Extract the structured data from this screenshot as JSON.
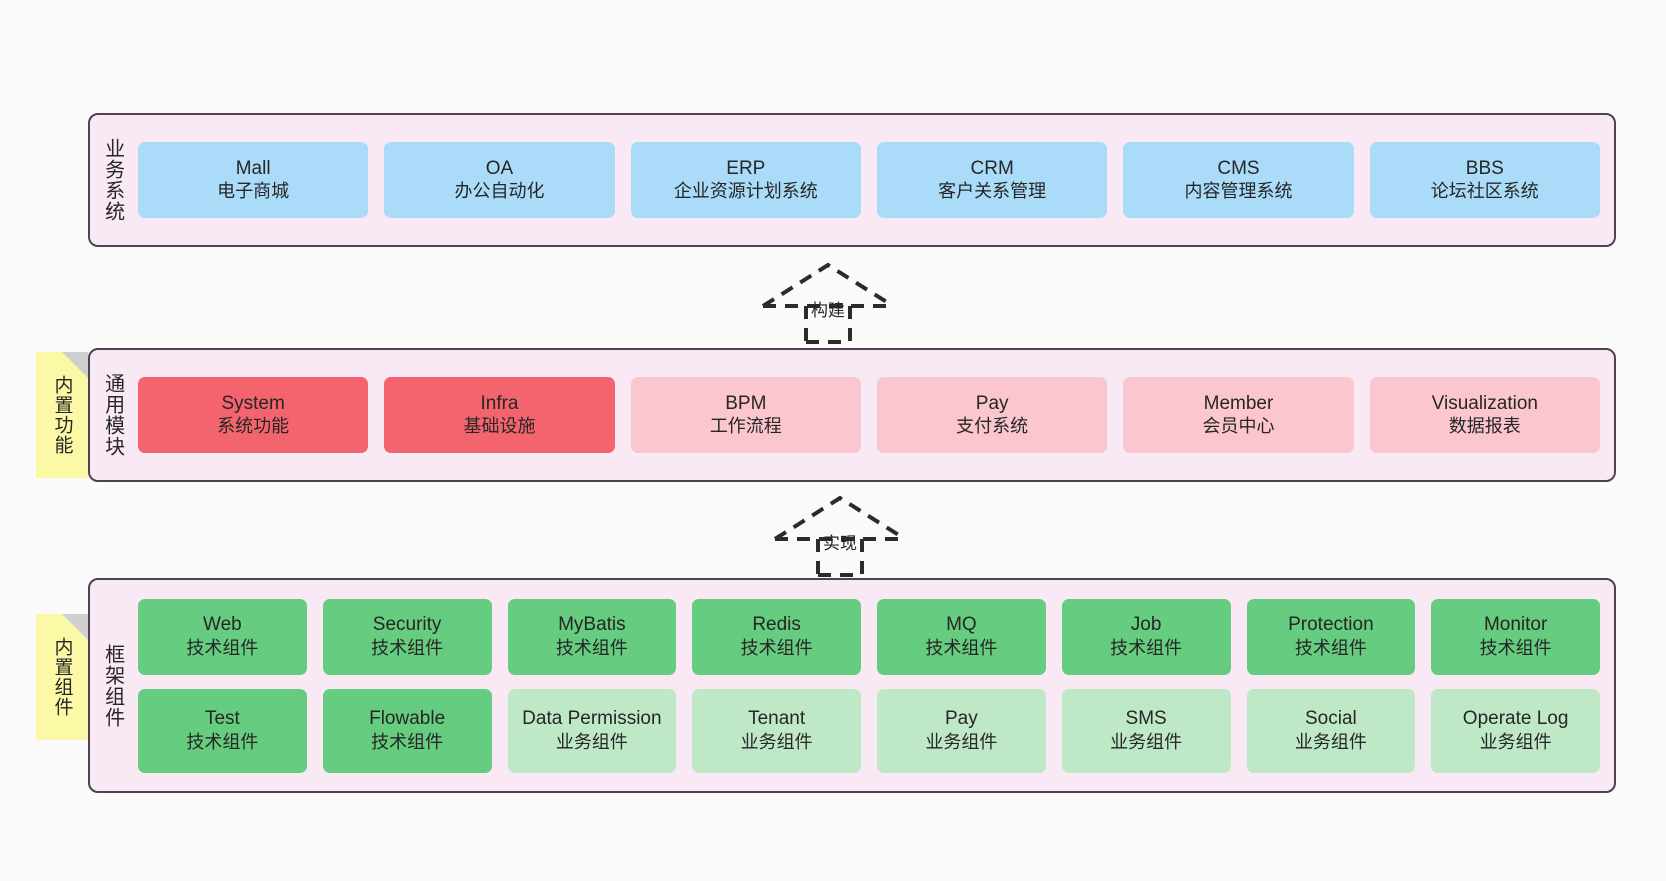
{
  "diagram": {
    "background": "#fafafa",
    "layer_border": "#4d4350",
    "layer_fill": "#f9e9f4",
    "note_fill": "#fbf9a6",
    "colors": {
      "blue": "#aadcfa",
      "red": "#f4646e",
      "pink": "#fbc6cd",
      "green": "#66cc7f",
      "green_light": "#bfe8c6"
    }
  },
  "layers": [
    {
      "id": "business-systems",
      "title": "业务系统",
      "rows": [
        {
          "cards": [
            {
              "en": "Mall",
              "cn": "电子商城",
              "color": "blue"
            },
            {
              "en": "OA",
              "cn": "办公自动化",
              "color": "blue"
            },
            {
              "en": "ERP",
              "cn": "企业资源计划系统",
              "color": "blue"
            },
            {
              "en": "CRM",
              "cn": "客户关系管理",
              "color": "blue"
            },
            {
              "en": "CMS",
              "cn": "内容管理系统",
              "color": "blue"
            },
            {
              "en": "BBS",
              "cn": "论坛社区系统",
              "color": "blue"
            }
          ]
        }
      ]
    },
    {
      "id": "common-modules",
      "title": "通用模块",
      "note": "内置功能",
      "rows": [
        {
          "cards": [
            {
              "en": "System",
              "cn": "系统功能",
              "color": "red"
            },
            {
              "en": "Infra",
              "cn": "基础设施",
              "color": "red"
            },
            {
              "en": "BPM",
              "cn": "工作流程",
              "color": "pink"
            },
            {
              "en": "Pay",
              "cn": "支付系统",
              "color": "pink"
            },
            {
              "en": "Member",
              "cn": "会员中心",
              "color": "pink"
            },
            {
              "en": "Visualization",
              "cn": "数据报表",
              "color": "pink"
            }
          ]
        }
      ]
    },
    {
      "id": "framework-components",
      "title": "框架组件",
      "note": "内置组件",
      "rows": [
        {
          "cards": [
            {
              "en": "Web",
              "cn": "技术组件",
              "color": "green"
            },
            {
              "en": "Security",
              "cn": "技术组件",
              "color": "green"
            },
            {
              "en": "MyBatis",
              "cn": "技术组件",
              "color": "green"
            },
            {
              "en": "Redis",
              "cn": "技术组件",
              "color": "green"
            },
            {
              "en": "MQ",
              "cn": "技术组件",
              "color": "green"
            },
            {
              "en": "Job",
              "cn": "技术组件",
              "color": "green"
            },
            {
              "en": "Protection",
              "cn": "技术组件",
              "color": "green"
            },
            {
              "en": "Monitor",
              "cn": "技术组件",
              "color": "green"
            }
          ]
        },
        {
          "cards": [
            {
              "en": "Test",
              "cn": "技术组件",
              "color": "green"
            },
            {
              "en": "Flowable",
              "cn": "技术组件",
              "color": "green"
            },
            {
              "en": "Data Permission",
              "cn": "业务组件",
              "color": "green_light"
            },
            {
              "en": "Tenant",
              "cn": "业务组件",
              "color": "green_light"
            },
            {
              "en": "Pay",
              "cn": "业务组件",
              "color": "green_light"
            },
            {
              "en": "SMS",
              "cn": "业务组件",
              "color": "green_light"
            },
            {
              "en": "Social",
              "cn": "业务组件",
              "color": "green_light"
            },
            {
              "en": "Operate Log",
              "cn": "业务组件",
              "color": "green_light"
            }
          ]
        }
      ]
    }
  ],
  "connectors": [
    {
      "id": "build",
      "label": "构建",
      "direction": "up",
      "style": "dashed-hollow"
    },
    {
      "id": "implement",
      "label": "实现",
      "direction": "up",
      "style": "dashed-hollow"
    }
  ]
}
